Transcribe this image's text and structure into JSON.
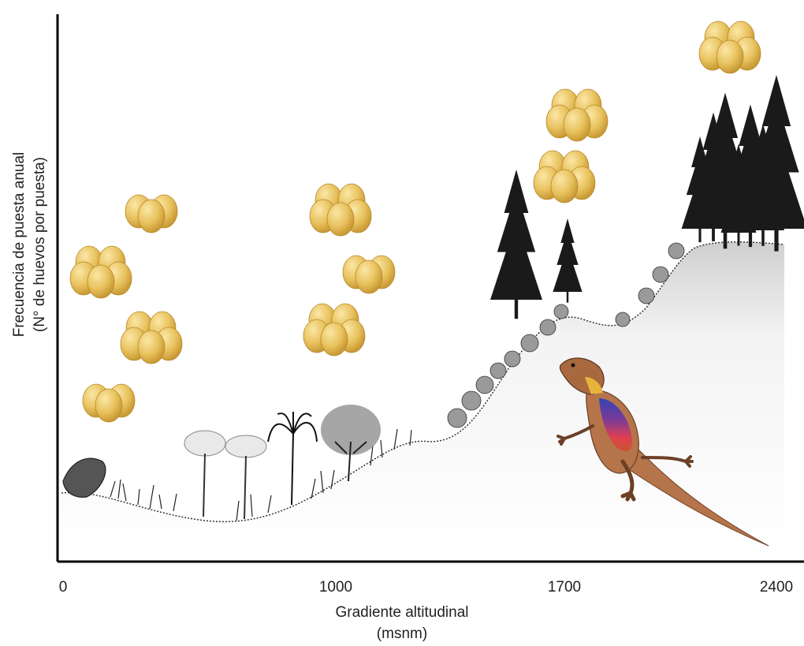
{
  "y_axis": {
    "line1": "Frecuencia de puesta anual",
    "line2": "(N° de huevos por puesta)"
  },
  "x_axis": {
    "label": "Gradiente altitudinal",
    "unit": "(msnm)",
    "ticks": [
      "0",
      "1000",
      "1700",
      "2400"
    ]
  },
  "colors": {
    "egg": "#e8c25e",
    "egg_shadow": "#c99a35",
    "tree": "#1a1a1a",
    "lizard_body": "#b5744a",
    "lizard_belly": "#e0404f",
    "lizard_blue": "#3345b5",
    "lizard_throat": "#e8b33a"
  }
}
